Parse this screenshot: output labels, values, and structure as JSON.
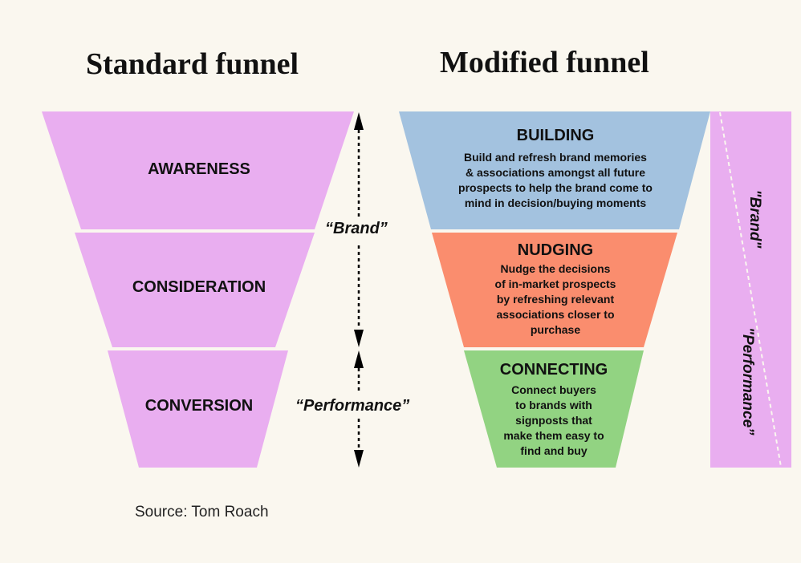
{
  "titles": {
    "left": "Standard funnel",
    "right": "Modified funnel"
  },
  "colors": {
    "background": "#faf7ef",
    "standard_fill": "#e9aef0",
    "building": "#a3c2df",
    "nudging": "#fa8d6e",
    "connecting": "#92d382",
    "side_bar": "#e9aef0",
    "divider": "#faf7ef"
  },
  "standard_funnel": {
    "stages": [
      {
        "label": "AWARENESS"
      },
      {
        "label": "CONSIDERATION"
      },
      {
        "label": "CONVERSION"
      }
    ]
  },
  "annotations": {
    "brand": "“Brand”",
    "performance": "“Performance”"
  },
  "modified_funnel": {
    "stages": [
      {
        "title": "BUILDING",
        "desc": [
          "Build and refresh brand memories",
          "& associations amongst all future",
          "prospects to help the brand come to",
          "mind in decision/buying moments"
        ]
      },
      {
        "title": "NUDGING",
        "desc": [
          "Nudge the decisions",
          "of in-market prospects",
          "by refreshing relevant",
          "associations closer to",
          "purchase"
        ]
      },
      {
        "title": "CONNECTING",
        "desc": [
          "Connect buyers",
          "to brands with",
          "signposts that",
          "make them easy to",
          "find and buy"
        ]
      }
    ]
  },
  "side_bar": {
    "brand": "\"Brand\"",
    "performance": "\"Performance”"
  },
  "source": "Source: Tom Roach"
}
